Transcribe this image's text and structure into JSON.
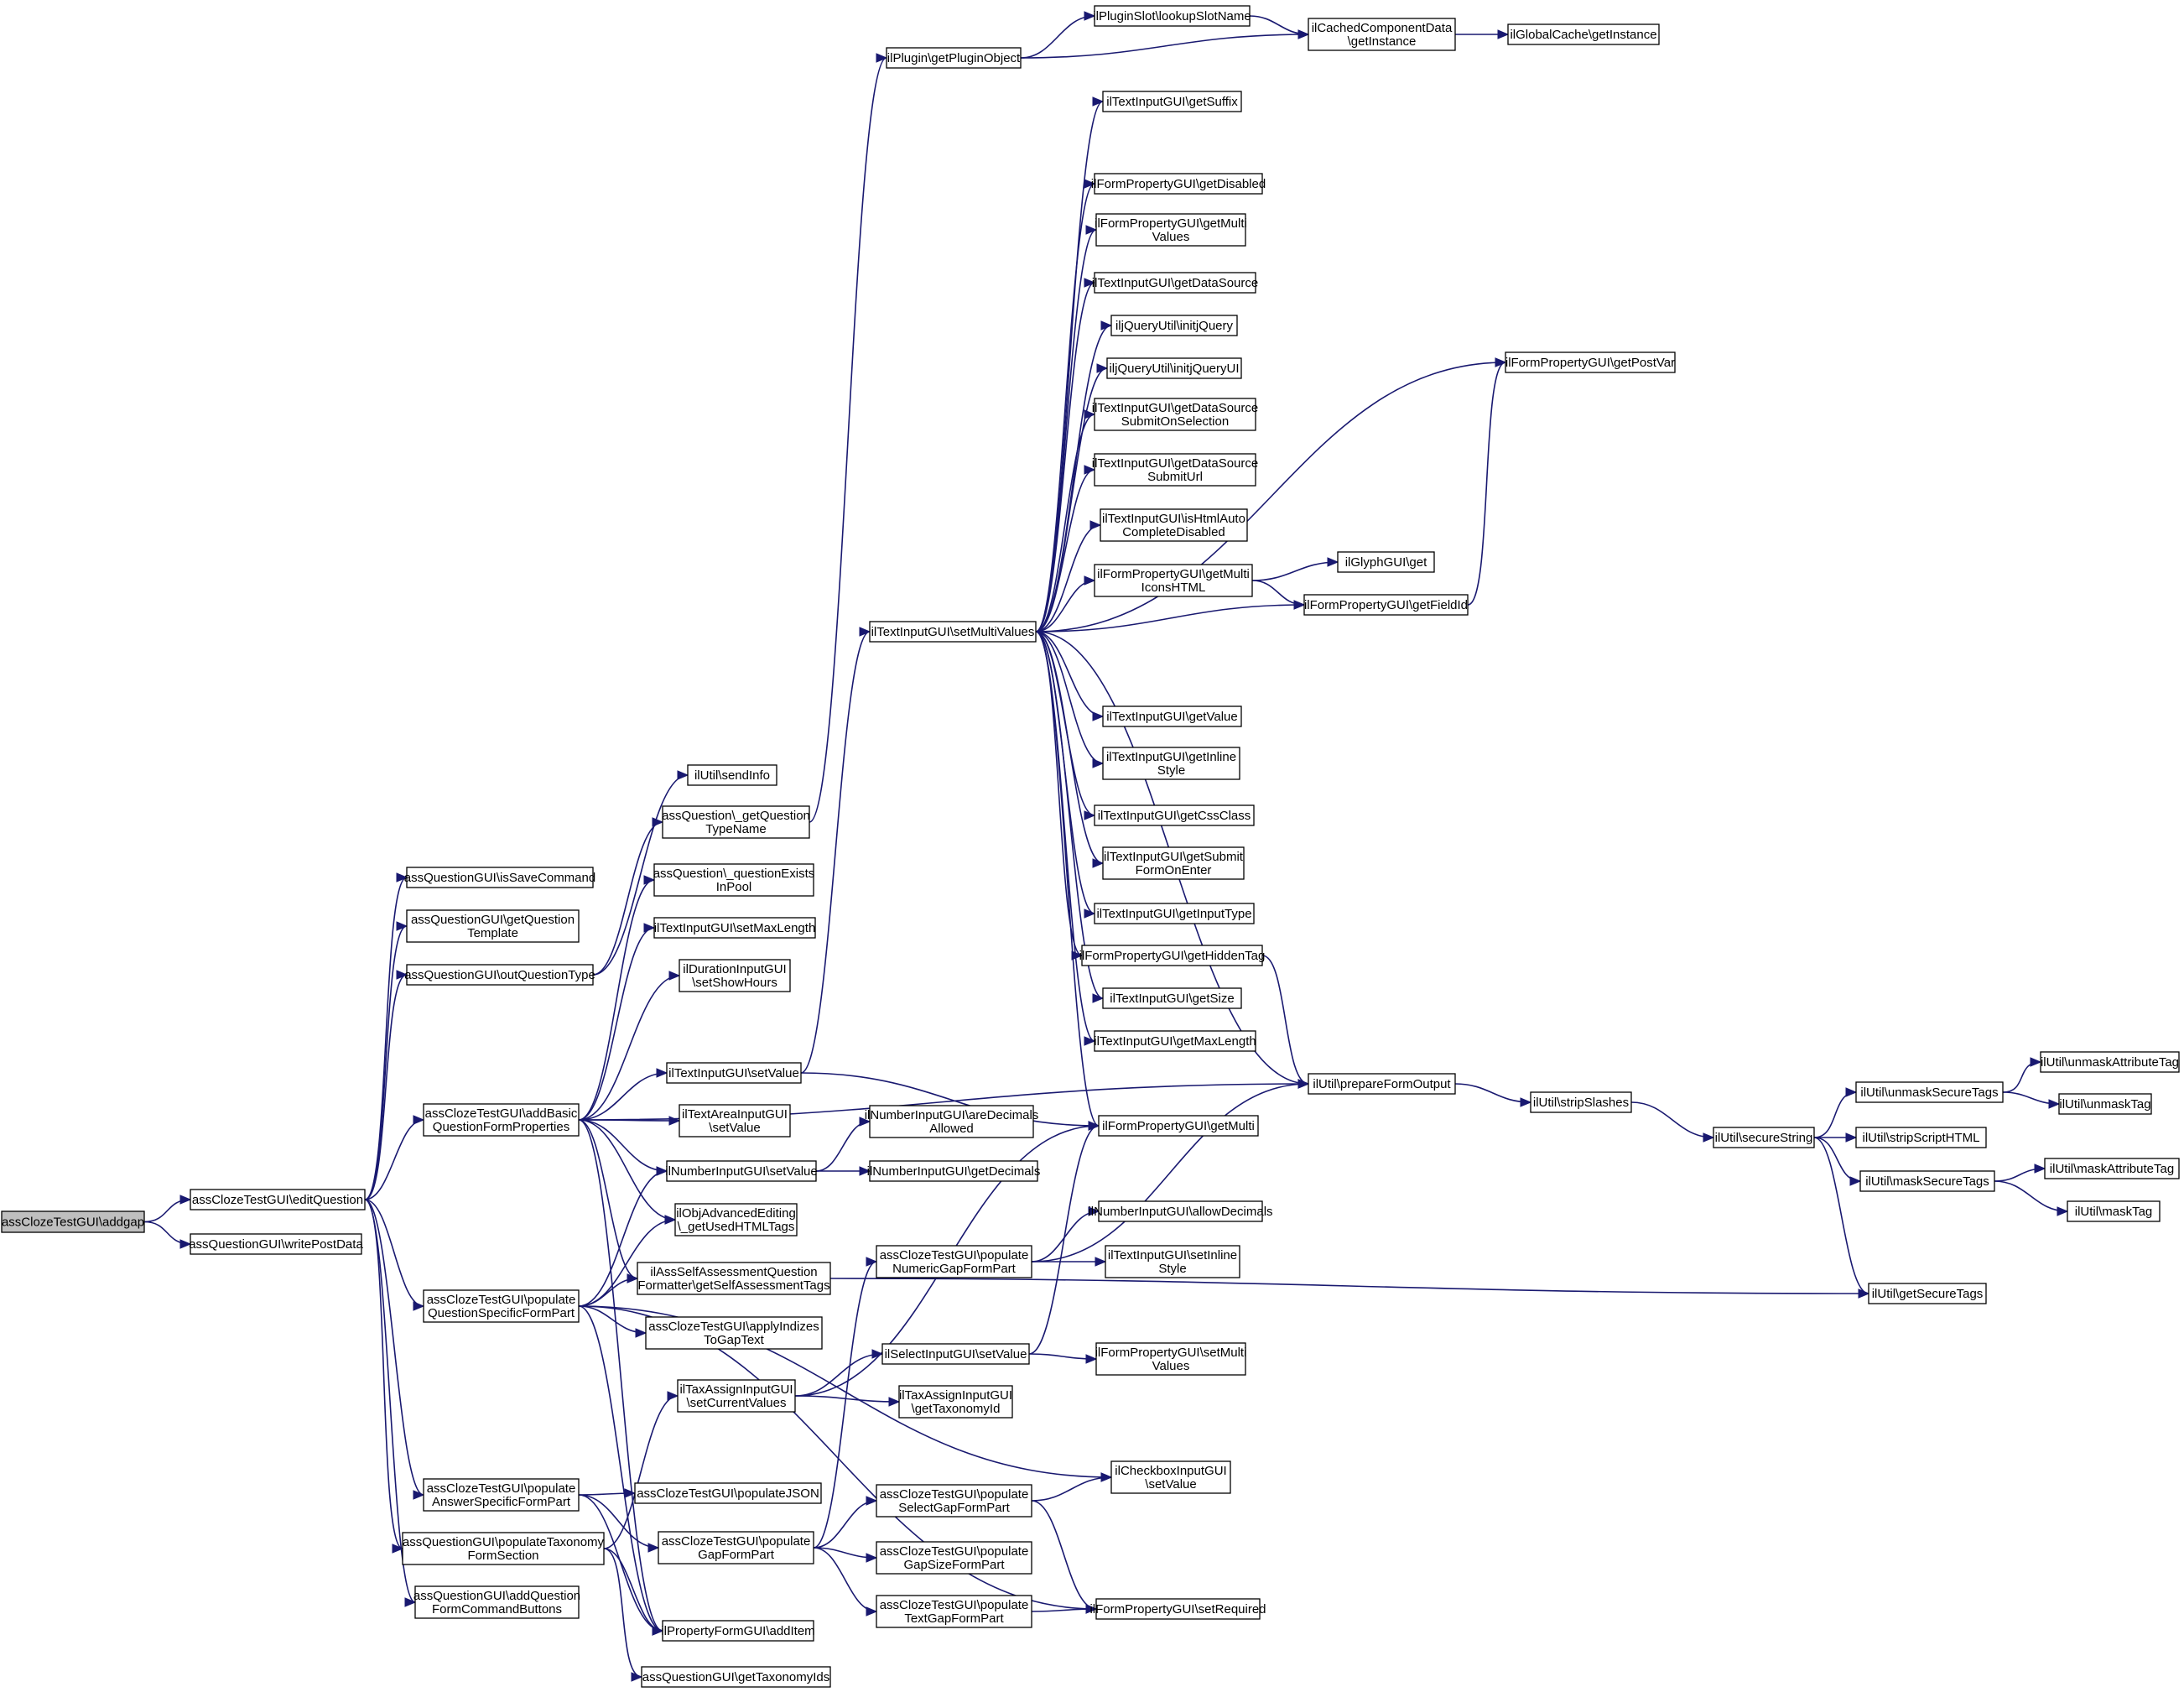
{
  "colors": {
    "edge": "#191970",
    "node_border": "#000000",
    "node_fill": "#ffffff",
    "root_fill": "#bfbfbf",
    "background": "#ffffff"
  },
  "nodes": [
    {
      "id": "addgap",
      "lines": [
        "assClozeTestGUI\\addgap"
      ],
      "root": true
    },
    {
      "id": "editQuestion",
      "lines": [
        "assClozeTestGUI\\editQuestion"
      ]
    },
    {
      "id": "writePostData",
      "lines": [
        "assQuestionGUI\\writePostData"
      ]
    },
    {
      "id": "isSaveCommand",
      "lines": [
        "assQuestionGUI\\isSaveCommand"
      ]
    },
    {
      "id": "getQuestionTemplate",
      "lines": [
        "assQuestionGUI\\getQuestion",
        "Template"
      ]
    },
    {
      "id": "outQuestionType",
      "lines": [
        "assQuestionGUI\\outQuestionType"
      ]
    },
    {
      "id": "addBasic",
      "lines": [
        "assClozeTestGUI\\addBasic",
        "QuestionFormProperties"
      ]
    },
    {
      "id": "populateQSFP",
      "lines": [
        "assClozeTestGUI\\populate",
        "QuestionSpecificFormPart"
      ]
    },
    {
      "id": "populateASFP",
      "lines": [
        "assClozeTestGUI\\populate",
        "AnswerSpecificFormPart"
      ]
    },
    {
      "id": "populateTax",
      "lines": [
        "assQuestionGUI\\populateTaxonomy",
        "FormSection"
      ]
    },
    {
      "id": "addQFCB",
      "lines": [
        "assQuestionGUI\\addQuestion",
        "FormCommandButtons"
      ]
    },
    {
      "id": "sendInfo",
      "lines": [
        "ilUtil\\sendInfo"
      ]
    },
    {
      "id": "getQTName",
      "lines": [
        "assQuestion\\_getQuestion",
        "TypeName"
      ]
    },
    {
      "id": "qExistsInPool",
      "lines": [
        "assQuestion\\_questionExists",
        "InPool"
      ]
    },
    {
      "id": "setMaxLength",
      "lines": [
        "ilTextInputGUI\\setMaxLength"
      ]
    },
    {
      "id": "setShowHours",
      "lines": [
        "ilDurationInputGUI",
        "\\setShowHours"
      ]
    },
    {
      "id": "textSetValue",
      "lines": [
        "ilTextInputGUI\\setValue"
      ]
    },
    {
      "id": "textAreaSetValue",
      "lines": [
        "ilTextAreaInputGUI",
        "\\setValue"
      ]
    },
    {
      "id": "numSetValue",
      "lines": [
        "ilNumberInputGUI\\setValue"
      ]
    },
    {
      "id": "getUsedHTMLTags",
      "lines": [
        "ilObjAdvancedEditing",
        "\\_getUsedHTMLTags"
      ]
    },
    {
      "id": "getSelfAssessTags",
      "lines": [
        "ilAssSelfAssessmentQuestion",
        "Formatter\\getSelfAssessmentTags"
      ]
    },
    {
      "id": "applyIndizes",
      "lines": [
        "assClozeTestGUI\\applyIndizes",
        "ToGapText"
      ]
    },
    {
      "id": "taxSetCurrent",
      "lines": [
        "ilTaxAssignInputGUI",
        "\\setCurrentValues"
      ]
    },
    {
      "id": "populateJSON",
      "lines": [
        "assClozeTestGUI\\populateJSON"
      ]
    },
    {
      "id": "populateGapFP",
      "lines": [
        "assClozeTestGUI\\populate",
        "GapFormPart"
      ]
    },
    {
      "id": "addItem",
      "lines": [
        "ilPropertyFormGUI\\addItem"
      ]
    },
    {
      "id": "getTaxonomyIds",
      "lines": [
        "assQuestionGUI\\getTaxonomyIds"
      ]
    },
    {
      "id": "getPluginObject",
      "lines": [
        "ilPlugin\\getPluginObject"
      ]
    },
    {
      "id": "lookupSlotName",
      "lines": [
        "ilPluginSlot\\lookupSlotName"
      ]
    },
    {
      "id": "ccdGetInstance",
      "lines": [
        "ilCachedComponentData",
        "\\getInstance"
      ]
    },
    {
      "id": "gcGetInstance",
      "lines": [
        "ilGlobalCache\\getInstance"
      ]
    },
    {
      "id": "setMultiValues",
      "lines": [
        "ilTextInputGUI\\setMultiValues"
      ]
    },
    {
      "id": "getSuffix",
      "lines": [
        "ilTextInputGUI\\getSuffix"
      ]
    },
    {
      "id": "getDisabled",
      "lines": [
        "ilFormPropertyGUI\\getDisabled"
      ]
    },
    {
      "id": "getMultiValues",
      "lines": [
        "ilFormPropertyGUI\\getMulti",
        "Values"
      ]
    },
    {
      "id": "getDataSource",
      "lines": [
        "ilTextInputGUI\\getDataSource"
      ]
    },
    {
      "id": "initjQuery",
      "lines": [
        "iljQueryUtil\\initjQuery"
      ]
    },
    {
      "id": "initjQueryUI",
      "lines": [
        "iljQueryUtil\\initjQueryUI"
      ]
    },
    {
      "id": "getDSSubmitOnSel",
      "lines": [
        "ilTextInputGUI\\getDataSource",
        "SubmitOnSelection"
      ]
    },
    {
      "id": "getDSSubmitUrl",
      "lines": [
        "ilTextInputGUI\\getDataSource",
        "SubmitUrl"
      ]
    },
    {
      "id": "isHtmlAutoComplete",
      "lines": [
        "ilTextInputGUI\\isHtmlAuto",
        "CompleteDisabled"
      ]
    },
    {
      "id": "getMultiIconsHTML",
      "lines": [
        "ilFormPropertyGUI\\getMulti",
        "IconsHTML"
      ]
    },
    {
      "id": "getValue",
      "lines": [
        "ilTextInputGUI\\getValue"
      ]
    },
    {
      "id": "getInlineStyle",
      "lines": [
        "ilTextInputGUI\\getInline",
        "Style"
      ]
    },
    {
      "id": "getCssClass",
      "lines": [
        "ilTextInputGUI\\getCssClass"
      ]
    },
    {
      "id": "getSubmitFormOnEnter",
      "lines": [
        "ilTextInputGUI\\getSubmit",
        "FormOnEnter"
      ]
    },
    {
      "id": "getInputType",
      "lines": [
        "ilTextInputGUI\\getInputType"
      ]
    },
    {
      "id": "getHiddenTag",
      "lines": [
        "ilFormPropertyGUI\\getHiddenTag"
      ]
    },
    {
      "id": "getSize",
      "lines": [
        "ilTextInputGUI\\getSize"
      ]
    },
    {
      "id": "getMaxLength",
      "lines": [
        "ilTextInputGUI\\getMaxLength"
      ]
    },
    {
      "id": "getPostVar",
      "lines": [
        "ilFormPropertyGUI\\getPostVar"
      ]
    },
    {
      "id": "glyphGet",
      "lines": [
        "ilGlyphGUI\\get"
      ]
    },
    {
      "id": "getFieldId",
      "lines": [
        "ilFormPropertyGUI\\getFieldId"
      ]
    },
    {
      "id": "prepareFormOutput",
      "lines": [
        "ilUtil\\prepareFormOutput"
      ]
    },
    {
      "id": "getMulti",
      "lines": [
        "ilFormPropertyGUI\\getMulti"
      ]
    },
    {
      "id": "areDecimalsAllowed",
      "lines": [
        "ilNumberInputGUI\\areDecimals",
        "Allowed"
      ]
    },
    {
      "id": "getDecimals",
      "lines": [
        "ilNumberInputGUI\\getDecimals"
      ]
    },
    {
      "id": "populateNumericGap",
      "lines": [
        "assClozeTestGUI\\populate",
        "NumericGapFormPart"
      ]
    },
    {
      "id": "allowDecimals",
      "lines": [
        "ilNumberInputGUI\\allowDecimals"
      ]
    },
    {
      "id": "setInlineStyle",
      "lines": [
        "ilTextInputGUI\\setInline",
        "Style"
      ]
    },
    {
      "id": "selectSetValue",
      "lines": [
        "ilSelectInputGUI\\setValue"
      ]
    },
    {
      "id": "setMultiValuesForm",
      "lines": [
        "ilFormPropertyGUI\\setMulti",
        "Values"
      ]
    },
    {
      "id": "getTaxonomyId",
      "lines": [
        "ilTaxAssignInputGUI",
        "\\getTaxonomyId"
      ]
    },
    {
      "id": "checkboxSetValue",
      "lines": [
        "ilCheckboxInputGUI",
        "\\setValue"
      ]
    },
    {
      "id": "populateSelectGap",
      "lines": [
        "assClozeTestGUI\\populate",
        "SelectGapFormPart"
      ]
    },
    {
      "id": "populateGapSize",
      "lines": [
        "assClozeTestGUI\\populate",
        "GapSizeFormPart"
      ]
    },
    {
      "id": "populateTextGap",
      "lines": [
        "assClozeTestGUI\\populate",
        "TextGapFormPart"
      ]
    },
    {
      "id": "setRequired",
      "lines": [
        "ilFormPropertyGUI\\setRequired"
      ]
    },
    {
      "id": "stripSlashes",
      "lines": [
        "ilUtil\\stripSlashes"
      ]
    },
    {
      "id": "secureString",
      "lines": [
        "ilUtil\\secureString"
      ]
    },
    {
      "id": "unmaskSecureTags",
      "lines": [
        "ilUtil\\unmaskSecureTags"
      ]
    },
    {
      "id": "unmaskAttributeTag",
      "lines": [
        "ilUtil\\unmaskAttributeTag"
      ]
    },
    {
      "id": "unmaskTag",
      "lines": [
        "ilUtil\\unmaskTag"
      ]
    },
    {
      "id": "stripScriptHTML",
      "lines": [
        "ilUtil\\stripScriptHTML"
      ]
    },
    {
      "id": "maskSecureTags",
      "lines": [
        "ilUtil\\maskSecureTags"
      ]
    },
    {
      "id": "maskAttributeTag",
      "lines": [
        "ilUtil\\maskAttributeTag"
      ]
    },
    {
      "id": "maskTag",
      "lines": [
        "ilUtil\\maskTag"
      ]
    },
    {
      "id": "getSecureTags",
      "lines": [
        "ilUtil\\getSecureTags"
      ]
    }
  ],
  "edges": [
    [
      "addgap",
      "editQuestion"
    ],
    [
      "addgap",
      "writePostData"
    ],
    [
      "editQuestion",
      "isSaveCommand"
    ],
    [
      "editQuestion",
      "getQuestionTemplate"
    ],
    [
      "editQuestion",
      "outQuestionType"
    ],
    [
      "editQuestion",
      "addBasic"
    ],
    [
      "editQuestion",
      "populateQSFP"
    ],
    [
      "editQuestion",
      "populateASFP"
    ],
    [
      "editQuestion",
      "populateTax"
    ],
    [
      "editQuestion",
      "addQFCB"
    ],
    [
      "outQuestionType",
      "sendInfo"
    ],
    [
      "outQuestionType",
      "getQTName"
    ],
    [
      "getQTName",
      "getPluginObject"
    ],
    [
      "getPluginObject",
      "lookupSlotName"
    ],
    [
      "getPluginObject",
      "ccdGetInstance"
    ],
    [
      "lookupSlotName",
      "ccdGetInstance"
    ],
    [
      "ccdGetInstance",
      "gcGetInstance"
    ],
    [
      "addBasic",
      "qExistsInPool"
    ],
    [
      "addBasic",
      "setMaxLength"
    ],
    [
      "addBasic",
      "setShowHours"
    ],
    [
      "addBasic",
      "textSetValue"
    ],
    [
      "addBasic",
      "textAreaSetValue"
    ],
    [
      "addBasic",
      "numSetValue"
    ],
    [
      "addBasic",
      "getUsedHTMLTags"
    ],
    [
      "addBasic",
      "getSelfAssessTags"
    ],
    [
      "addBasic",
      "prepareFormOutput"
    ],
    [
      "addBasic",
      "addItem"
    ],
    [
      "textSetValue",
      "setMultiValues"
    ],
    [
      "textSetValue",
      "getMulti"
    ],
    [
      "setMultiValues",
      "getSuffix"
    ],
    [
      "setMultiValues",
      "getPostVar"
    ],
    [
      "setMultiValues",
      "getDisabled"
    ],
    [
      "setMultiValues",
      "getMultiValues"
    ],
    [
      "setMultiValues",
      "getDataSource"
    ],
    [
      "setMultiValues",
      "initjQuery"
    ],
    [
      "setMultiValues",
      "initjQueryUI"
    ],
    [
      "setMultiValues",
      "getDSSubmitOnSel"
    ],
    [
      "setMultiValues",
      "getDSSubmitUrl"
    ],
    [
      "setMultiValues",
      "isHtmlAutoComplete"
    ],
    [
      "setMultiValues",
      "getMultiIconsHTML"
    ],
    [
      "setMultiValues",
      "getFieldId"
    ],
    [
      "setMultiValues",
      "prepareFormOutput"
    ],
    [
      "setMultiValues",
      "getValue"
    ],
    [
      "setMultiValues",
      "getInlineStyle"
    ],
    [
      "setMultiValues",
      "getCssClass"
    ],
    [
      "setMultiValues",
      "getSubmitFormOnEnter"
    ],
    [
      "setMultiValues",
      "getInputType"
    ],
    [
      "setMultiValues",
      "getHiddenTag"
    ],
    [
      "setMultiValues",
      "getSize"
    ],
    [
      "setMultiValues",
      "getMaxLength"
    ],
    [
      "setMultiValues",
      "getMulti"
    ],
    [
      "getMultiIconsHTML",
      "glyphGet"
    ],
    [
      "getMultiIconsHTML",
      "getFieldId"
    ],
    [
      "getFieldId",
      "getPostVar"
    ],
    [
      "getHiddenTag",
      "prepareFormOutput"
    ],
    [
      "prepareFormOutput",
      "stripSlashes"
    ],
    [
      "stripSlashes",
      "secureString"
    ],
    [
      "secureString",
      "unmaskSecureTags"
    ],
    [
      "secureString",
      "stripScriptHTML"
    ],
    [
      "secureString",
      "maskSecureTags"
    ],
    [
      "secureString",
      "getSecureTags"
    ],
    [
      "unmaskSecureTags",
      "unmaskAttributeTag"
    ],
    [
      "unmaskSecureTags",
      "unmaskTag"
    ],
    [
      "maskSecureTags",
      "maskAttributeTag"
    ],
    [
      "maskSecureTags",
      "maskTag"
    ],
    [
      "numSetValue",
      "areDecimalsAllowed"
    ],
    [
      "numSetValue",
      "getDecimals"
    ],
    [
      "populateQSFP",
      "numSetValue"
    ],
    [
      "populateQSFP",
      "getUsedHTMLTags"
    ],
    [
      "populateQSFP",
      "getSelfAssessTags"
    ],
    [
      "populateQSFP",
      "applyIndizes"
    ],
    [
      "populateQSFP",
      "checkboxSetValue"
    ],
    [
      "populateQSFP",
      "addItem"
    ],
    [
      "populateQSFP",
      "setRequired"
    ],
    [
      "getSelfAssessTags",
      "getSecureTags"
    ],
    [
      "populateASFP",
      "populateJSON"
    ],
    [
      "populateASFP",
      "populateGapFP"
    ],
    [
      "populateASFP",
      "addItem"
    ],
    [
      "populateTax",
      "taxSetCurrent"
    ],
    [
      "populateTax",
      "addItem"
    ],
    [
      "populateTax",
      "getTaxonomyIds"
    ],
    [
      "taxSetCurrent",
      "getMulti"
    ],
    [
      "taxSetCurrent",
      "selectSetValue"
    ],
    [
      "taxSetCurrent",
      "getTaxonomyId"
    ],
    [
      "selectSetValue",
      "getMulti"
    ],
    [
      "selectSetValue",
      "setMultiValuesForm"
    ],
    [
      "populateGapFP",
      "populateNumericGap"
    ],
    [
      "populateGapFP",
      "populateSelectGap"
    ],
    [
      "populateGapFP",
      "populateGapSize"
    ],
    [
      "populateGapFP",
      "populateTextGap"
    ],
    [
      "populateNumericGap",
      "allowDecimals"
    ],
    [
      "populateNumericGap",
      "setInlineStyle"
    ],
    [
      "populateNumericGap",
      "prepareFormOutput"
    ],
    [
      "populateSelectGap",
      "checkboxSetValue"
    ],
    [
      "populateSelectGap",
      "setRequired"
    ],
    [
      "populateTextGap",
      "setRequired"
    ]
  ]
}
